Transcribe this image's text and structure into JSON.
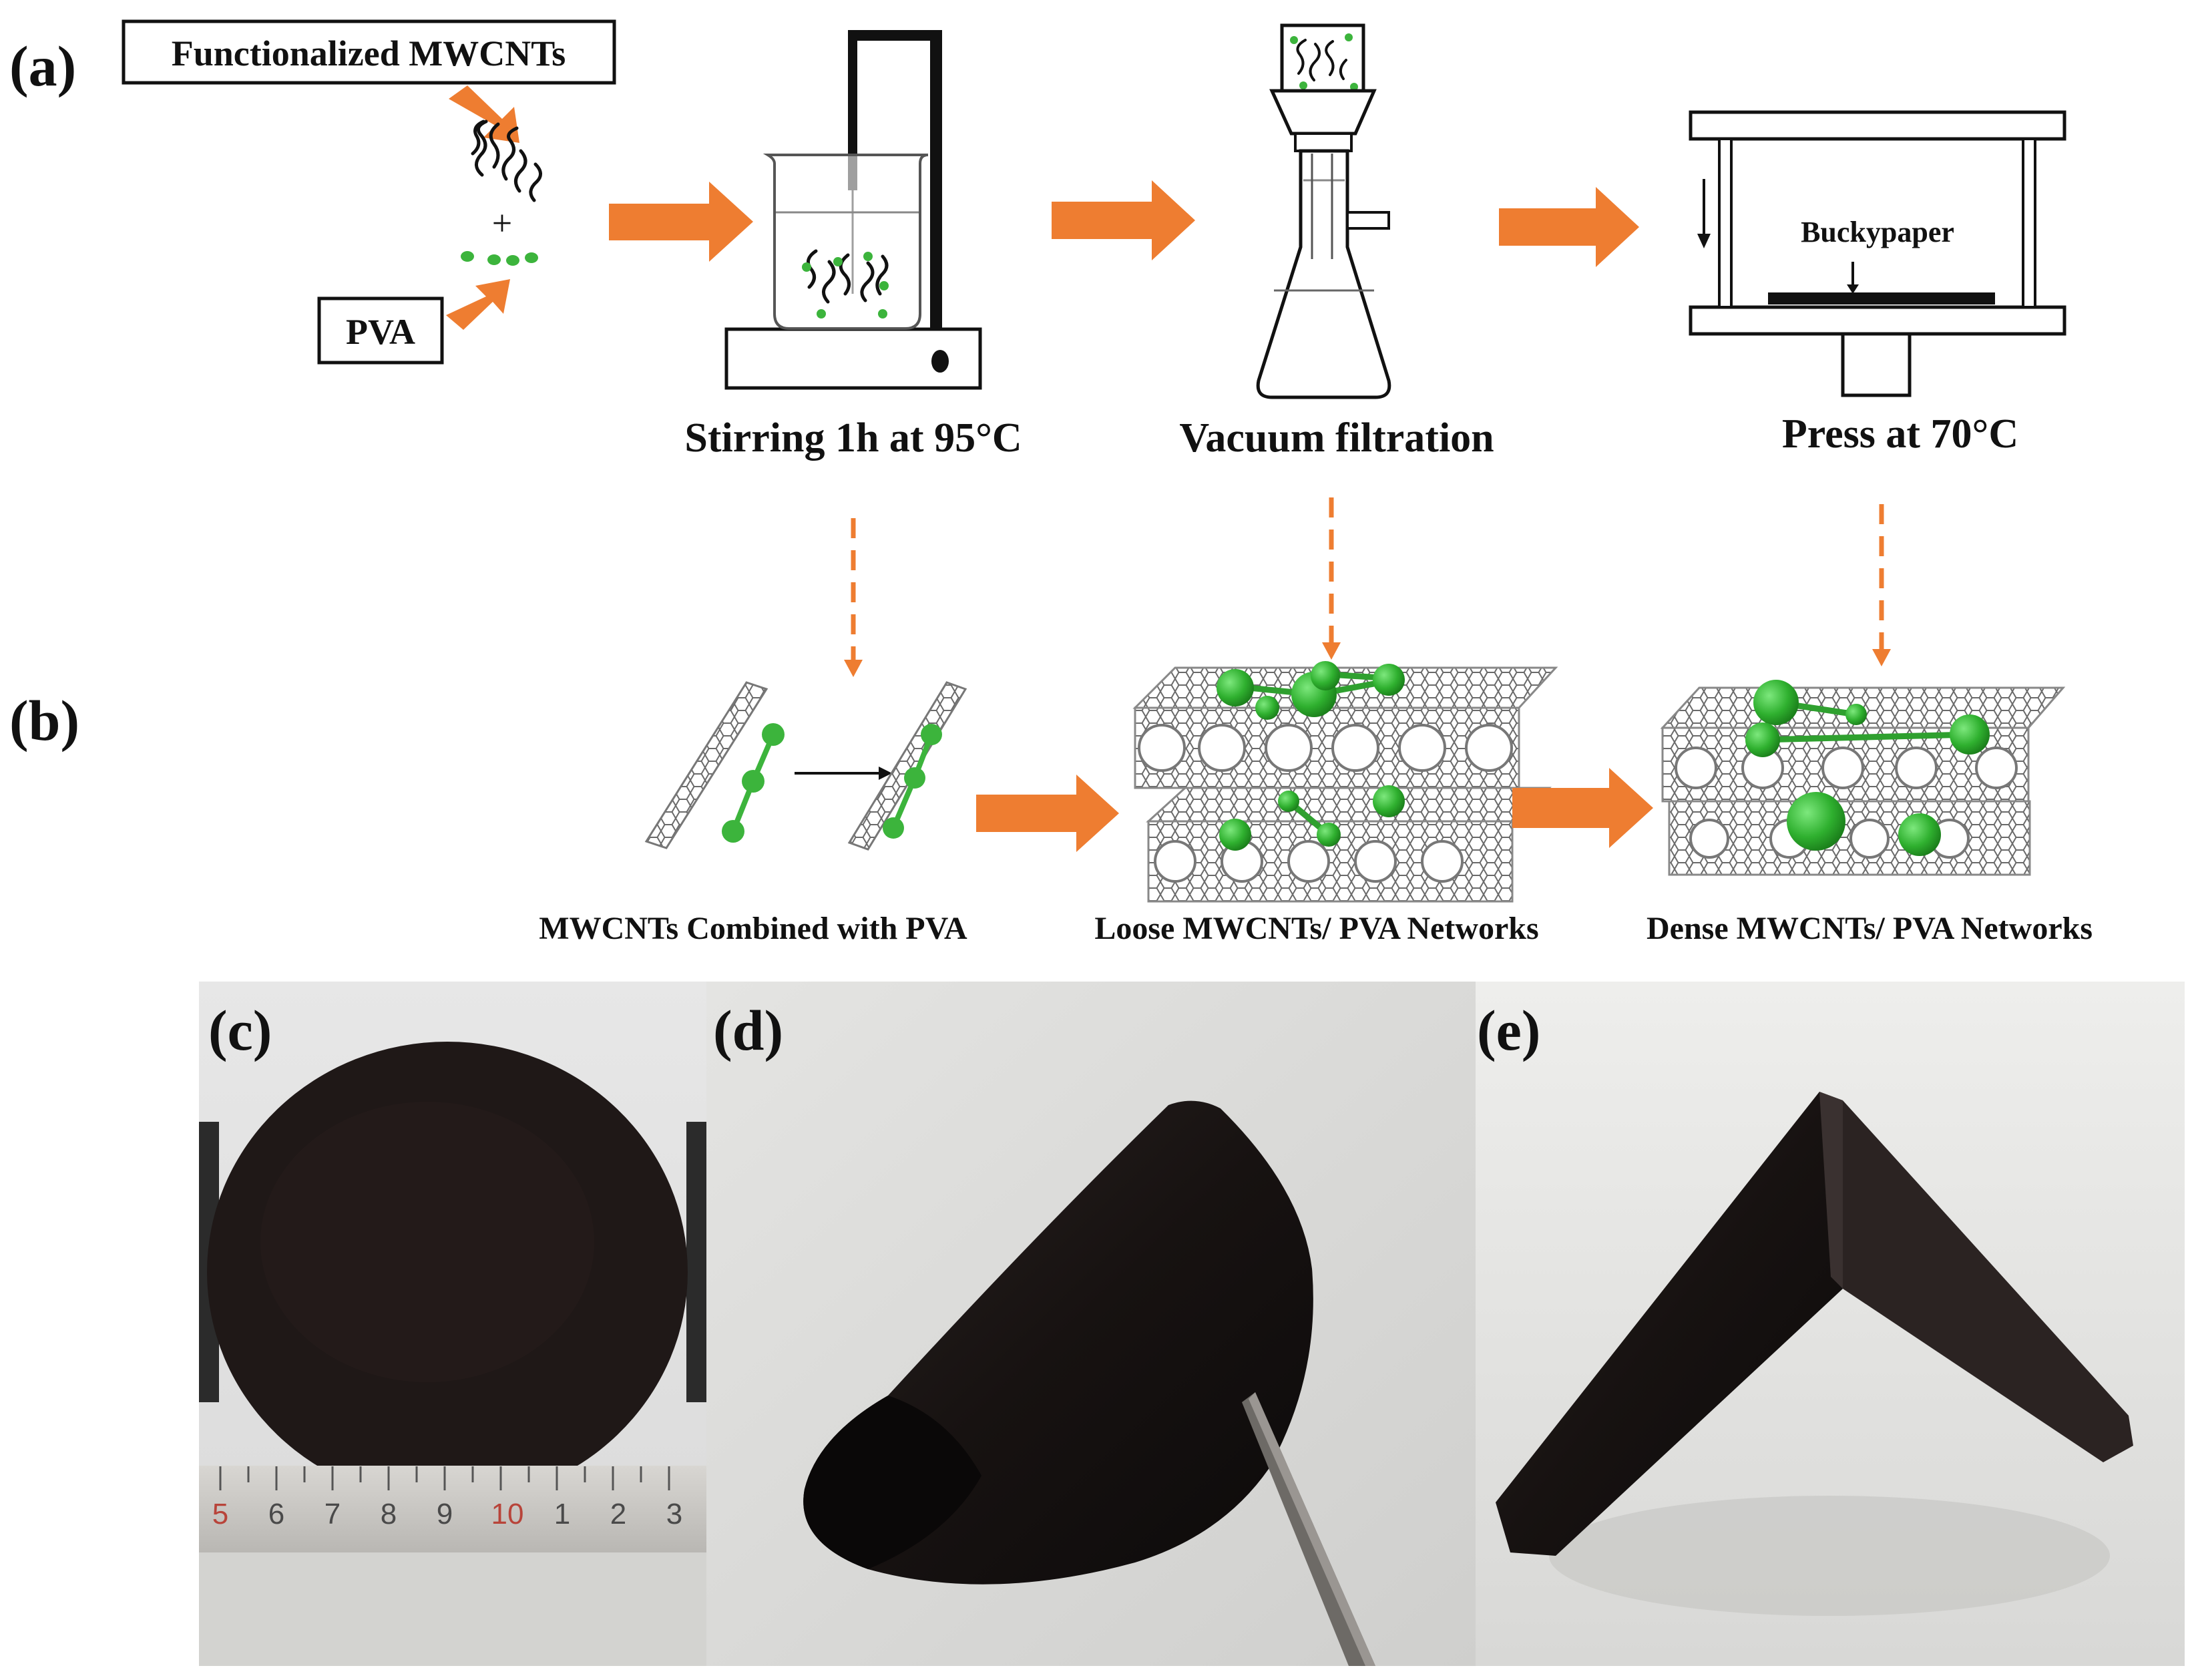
{
  "panels": {
    "a": "(a)",
    "b": "(b)",
    "c": "(c)",
    "d": "(d)",
    "e": "(e)"
  },
  "inputs": {
    "mwcnts_box": "Functionalized MWCNTs",
    "pva_box": "PVA",
    "plus": "+"
  },
  "steps": [
    {
      "label": "Stirring 1h at 95°C"
    },
    {
      "label": "Vacuum filtration"
    },
    {
      "label": "Press at 70°C"
    }
  ],
  "press": {
    "buckypaper_label": "Buckypaper"
  },
  "networks": [
    {
      "label": "MWCNTs  Combined  with  PVA"
    },
    {
      "label": "Loose MWCNTs/  PVA Networks"
    },
    {
      "label": "Dense MWCNTs/  PVA Networks"
    }
  ],
  "ruler": {
    "numbers": [
      "5",
      "6",
      "7",
      "8",
      "9",
      "10",
      "1",
      "2",
      "3"
    ]
  },
  "colors": {
    "arrow_orange": "#ee7d31",
    "pva_green": "#3cb43c",
    "photo_black": "#1a1514",
    "background": "#ffffff"
  }
}
